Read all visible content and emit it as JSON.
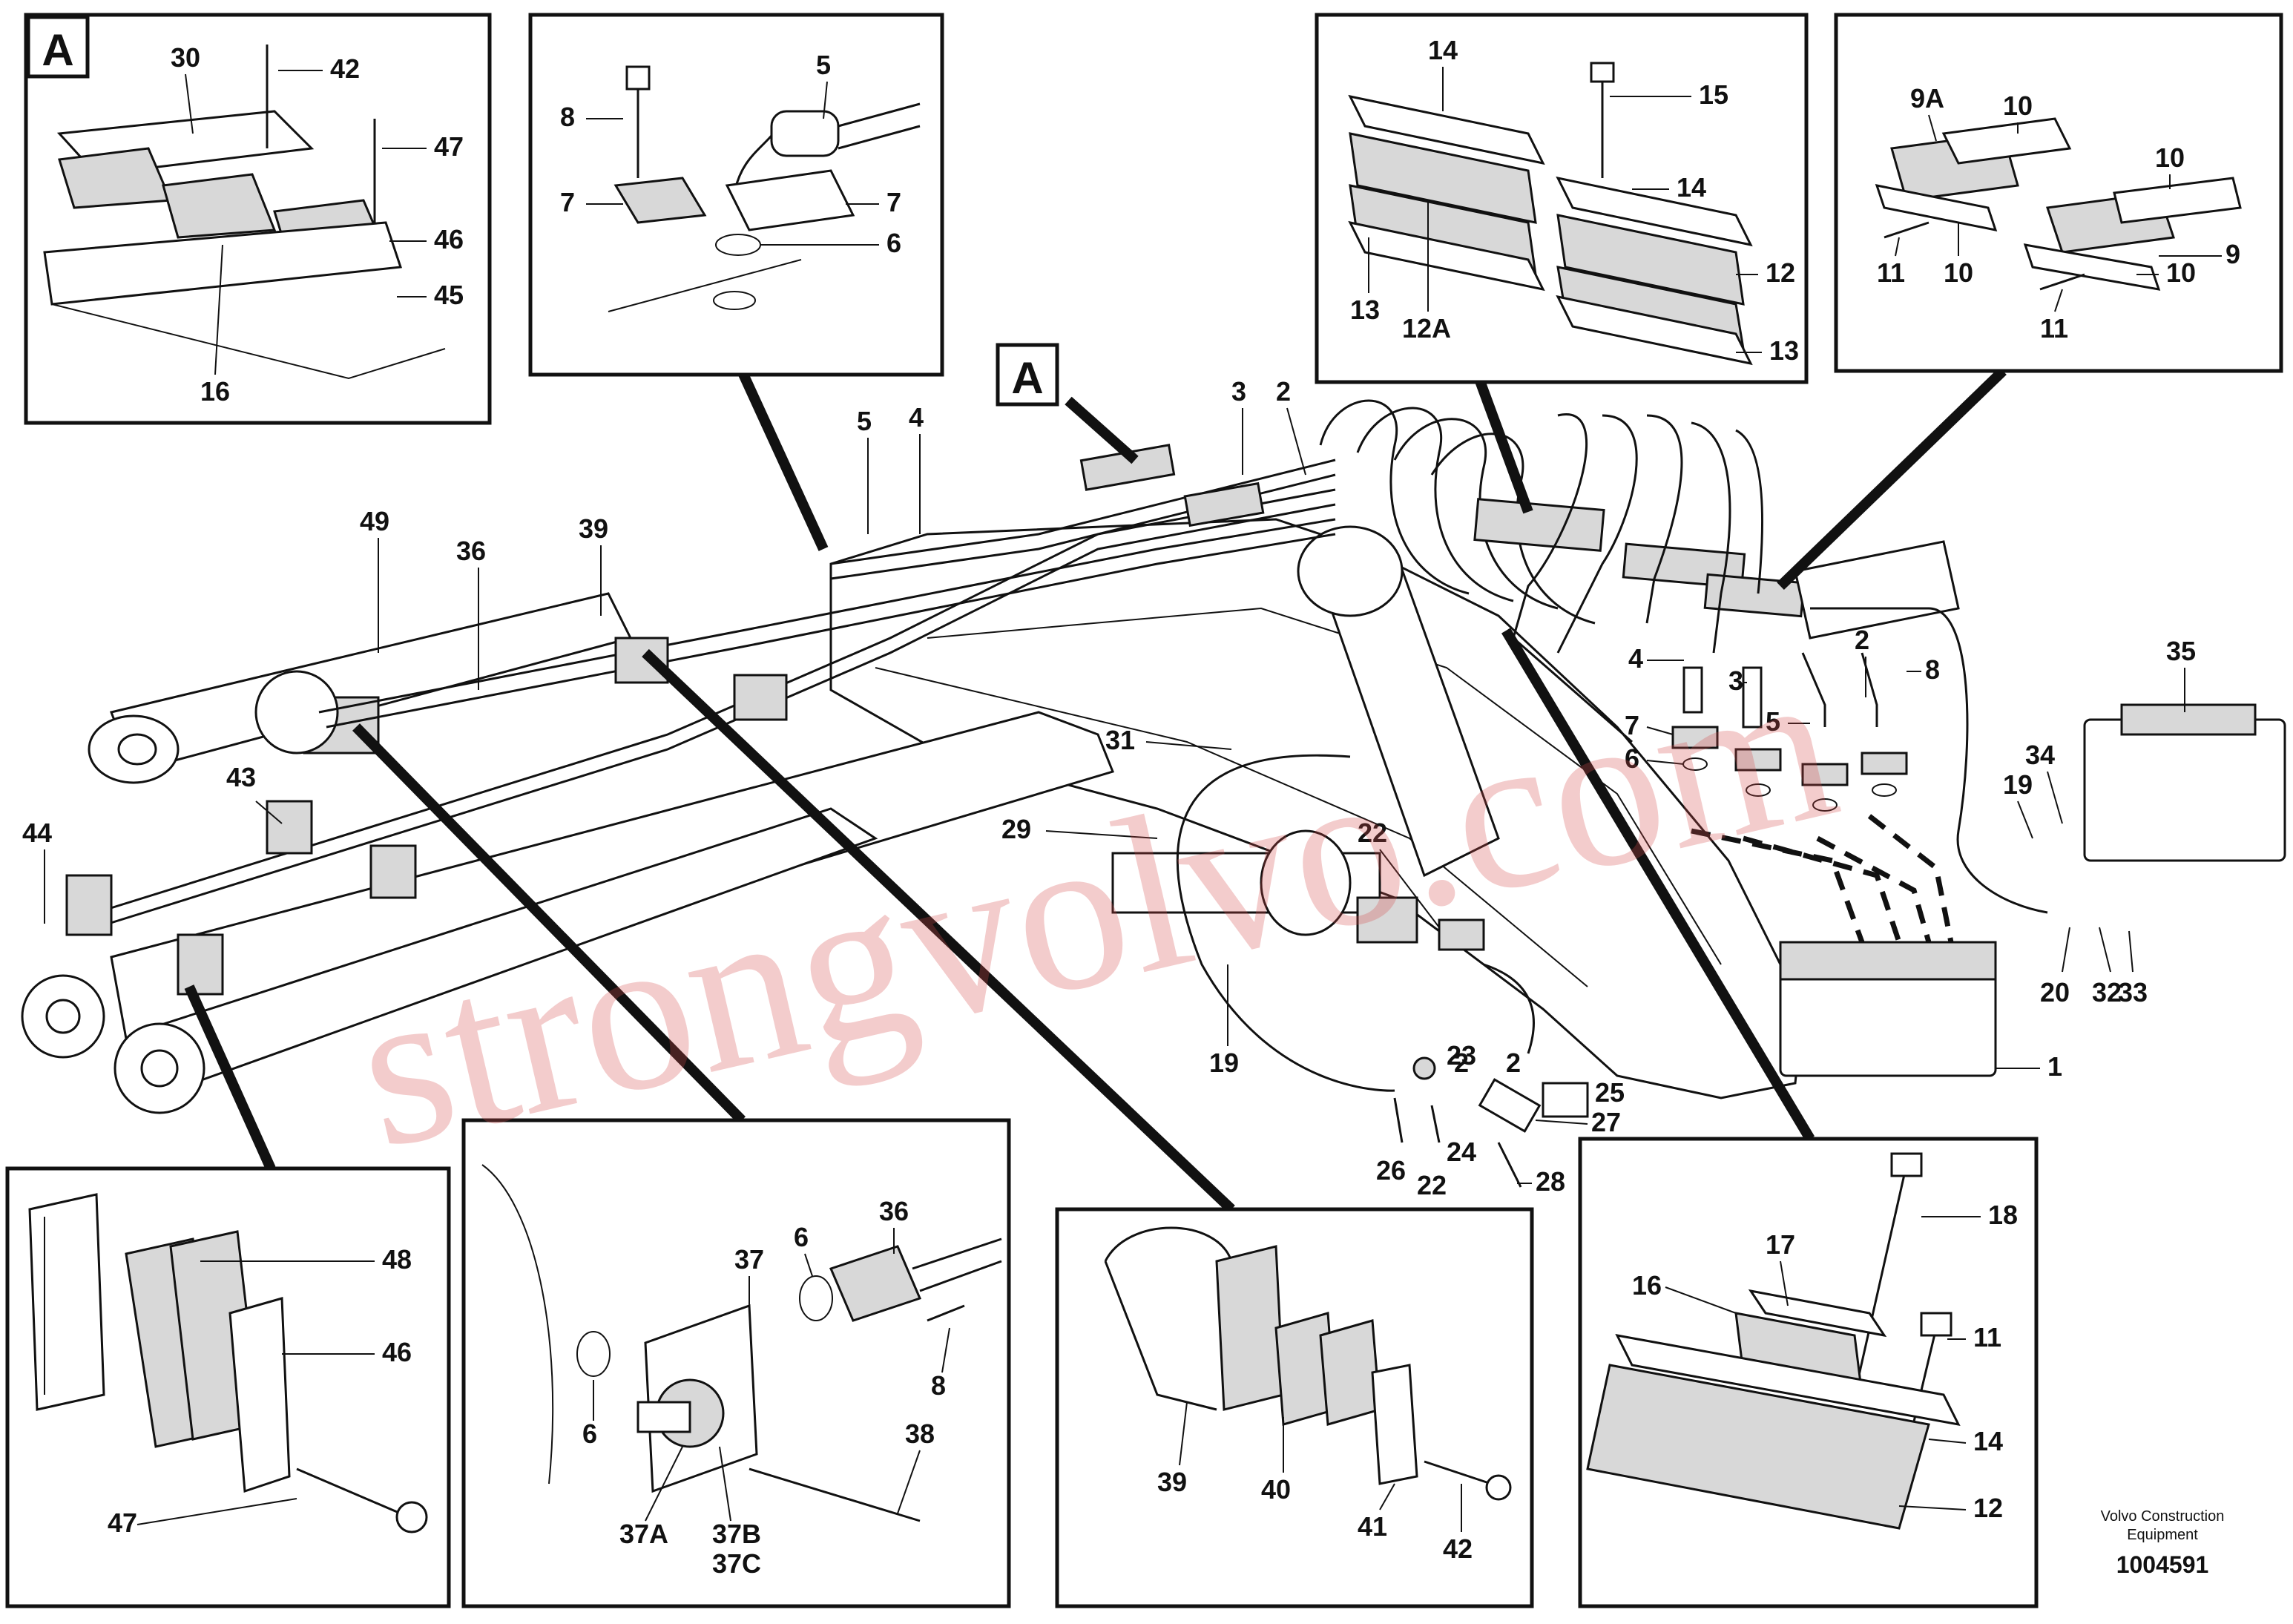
{
  "detail_markers": {
    "a_top_left": "A",
    "a_main": "A"
  },
  "callouts": {
    "d1": [
      "30",
      "42",
      "47",
      "46",
      "45",
      "16"
    ],
    "d2": [
      "8",
      "5",
      "7",
      "7",
      "6"
    ],
    "d3": [
      "14",
      "15",
      "14",
      "12",
      "13",
      "12A",
      "13"
    ],
    "d4": [
      "9A",
      "10",
      "10",
      "11",
      "10",
      "10",
      "9",
      "11"
    ],
    "main": [
      "49",
      "36",
      "39",
      "5",
      "4",
      "3",
      "2",
      "43",
      "44",
      "31",
      "29",
      "22",
      "19",
      "35",
      "34",
      "4",
      "7",
      "6",
      "3",
      "5",
      "2",
      "8",
      "19",
      "20",
      "32",
      "33",
      "1",
      "23",
      "2",
      "2",
      "24",
      "25",
      "27",
      "26",
      "22",
      "28"
    ],
    "d5": [
      "48",
      "46",
      "47"
    ],
    "d6": [
      "37",
      "6",
      "36",
      "8",
      "6",
      "37A",
      "37B",
      "37C",
      "38"
    ],
    "d7": [
      "39",
      "40",
      "41",
      "42"
    ],
    "d8": [
      "17",
      "16",
      "11",
      "14",
      "12",
      "18"
    ]
  },
  "footer": {
    "company_line1": "Volvo Construction",
    "company_line2": "Equipment",
    "drawing_number": "1004591"
  },
  "watermark": "strongvolvo.com"
}
